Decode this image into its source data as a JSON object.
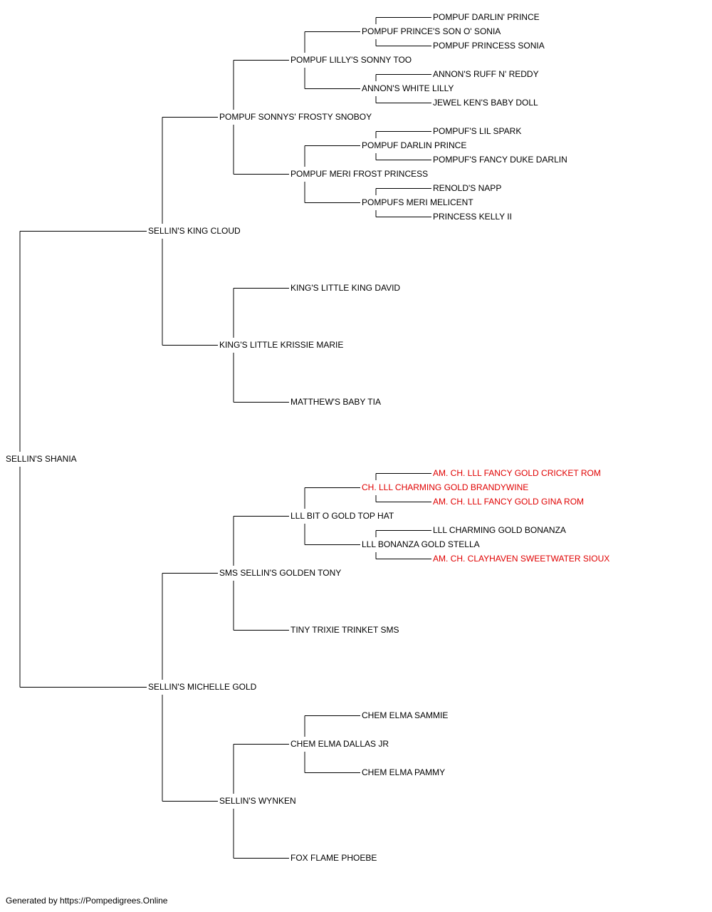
{
  "pedigree": {
    "id": "0",
    "name": "SELLIN'S SHANIA",
    "sire": {
      "id": "1",
      "name": "SELLIN'S KING CLOUD",
      "sire": {
        "id": "1-1",
        "name": "POMPUF SONNYS' FROSTY SNOBOY",
        "sire": {
          "id": "1-1-1",
          "name": "POMPUF LILLY'S SONNY TOO",
          "sire": {
            "id": "1-1-1-1",
            "name": "POMPUF PRINCE'S SON O' SONIA",
            "sire": {
              "id": "1-1-1-1-1",
              "name": "POMPUF DARLIN' PRINCE"
            },
            "dam": {
              "id": "1-1-1-1-2",
              "name": "POMPUF PRINCESS SONIA"
            }
          },
          "dam": {
            "id": "1-1-1-2",
            "name": "ANNON'S WHITE LILLY",
            "sire": {
              "id": "1-1-1-2-1",
              "name": "ANNON'S RUFF N' REDDY"
            },
            "dam": {
              "id": "1-1-1-2-2",
              "name": "JEWEL KEN'S BABY DOLL"
            }
          }
        },
        "dam": {
          "id": "1-1-2",
          "name": "POMPUF MERI FROST PRINCESS",
          "sire": {
            "id": "1-1-2-1",
            "name": "POMPUF DARLIN PRINCE",
            "sire": {
              "id": "1-1-2-1-1",
              "name": "POMPUF'S LIL SPARK"
            },
            "dam": {
              "id": "1-1-2-1-2",
              "name": "POMPUF'S FANCY DUKE DARLIN"
            }
          },
          "dam": {
            "id": "1-1-2-2",
            "name": "POMPUFS MERI MELICENT",
            "sire": {
              "id": "1-1-2-2-1",
              "name": "RENOLD'S NAPP"
            },
            "dam": {
              "id": "1-1-2-2-2",
              "name": "PRINCESS KELLY II"
            }
          }
        }
      },
      "dam": {
        "id": "1-2",
        "name": "KING'S LITTLE KRISSIE MARIE",
        "sire": {
          "id": "1-2-1",
          "name": "KING'S LITTLE KING DAVID"
        },
        "dam": {
          "id": "1-2-2",
          "name": "MATTHEW'S BABY TIA"
        }
      }
    },
    "dam": {
      "id": "2",
      "name": "SELLIN'S MICHELLE GOLD",
      "sire": {
        "id": "2-1",
        "name": "SMS SELLIN'S GOLDEN TONY",
        "sire": {
          "id": "2-1-1",
          "name": "LLL BIT O GOLD TOP HAT",
          "sire": {
            "id": "2-1-1-1",
            "name": "CH. LLL CHARMING GOLD BRANDYWINE",
            "champion": true,
            "sire": {
              "id": "2-1-1-1-1",
              "name": "AM. CH. LLL FANCY GOLD CRICKET ROM",
              "champion": true
            },
            "dam": {
              "id": "2-1-1-1-2",
              "name": "AM. CH. LLL FANCY GOLD GINA ROM",
              "champion": true
            }
          },
          "dam": {
            "id": "2-1-1-2",
            "name": "LLL BONANZA GOLD STELLA",
            "sire": {
              "id": "2-1-1-2-1",
              "name": "LLL CHARMING GOLD BONANZA"
            },
            "dam": {
              "id": "2-1-1-2-2",
              "name": "AM. CH. CLAYHAVEN SWEETWATER SIOUX",
              "champion": true
            }
          }
        },
        "dam": {
          "id": "2-1-2",
          "name": "TINY TRIXIE TRINKET SMS"
        }
      },
      "dam": {
        "id": "2-2",
        "name": "SELLIN'S WYNKEN",
        "sire": {
          "id": "2-2-1",
          "name": "CHEM ELMA DALLAS JR",
          "sire": {
            "id": "2-2-1-1",
            "name": "CHEM ELMA SAMMIE"
          },
          "dam": {
            "id": "2-2-1-2",
            "name": "CHEM ELMA PAMMY"
          }
        },
        "dam": {
          "id": "2-2-2",
          "name": "FOX FLAME PHOEBE"
        }
      }
    }
  },
  "colors": {
    "champion": "#e00000",
    "normal": "#000000",
    "line": "#000000"
  },
  "footer": "Generated by https://Pompedigrees.Online"
}
